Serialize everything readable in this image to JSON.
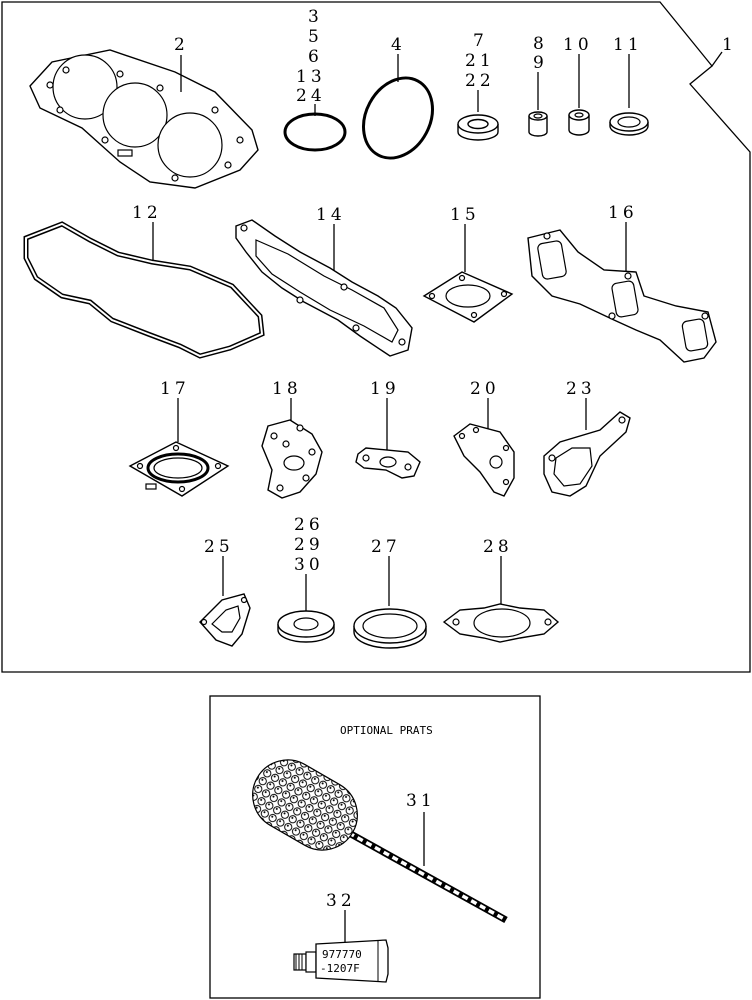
{
  "kit_callout": "1",
  "labels": {
    "p2": "2",
    "p3": "3",
    "p5": "5",
    "p6": "6",
    "p13": "13",
    "p24": "24",
    "p4": "4",
    "p7": "7",
    "p21": "21",
    "p22": "22",
    "p8": "8",
    "p9": "9",
    "p10": "10",
    "p11": "11",
    "p12": "12",
    "p14": "14",
    "p15": "15",
    "p16": "16",
    "p17": "17",
    "p18": "18",
    "p19": "19",
    "p20": "20",
    "p23": "23",
    "p25": "25",
    "p26": "26",
    "p29": "29",
    "p30": "30",
    "p27": "27",
    "p28": "28",
    "p31": "31",
    "p32": "32"
  },
  "optional": {
    "title": "OPTIONAL PRATS",
    "tube_line1": "977770",
    "tube_line2": "-1207F"
  }
}
